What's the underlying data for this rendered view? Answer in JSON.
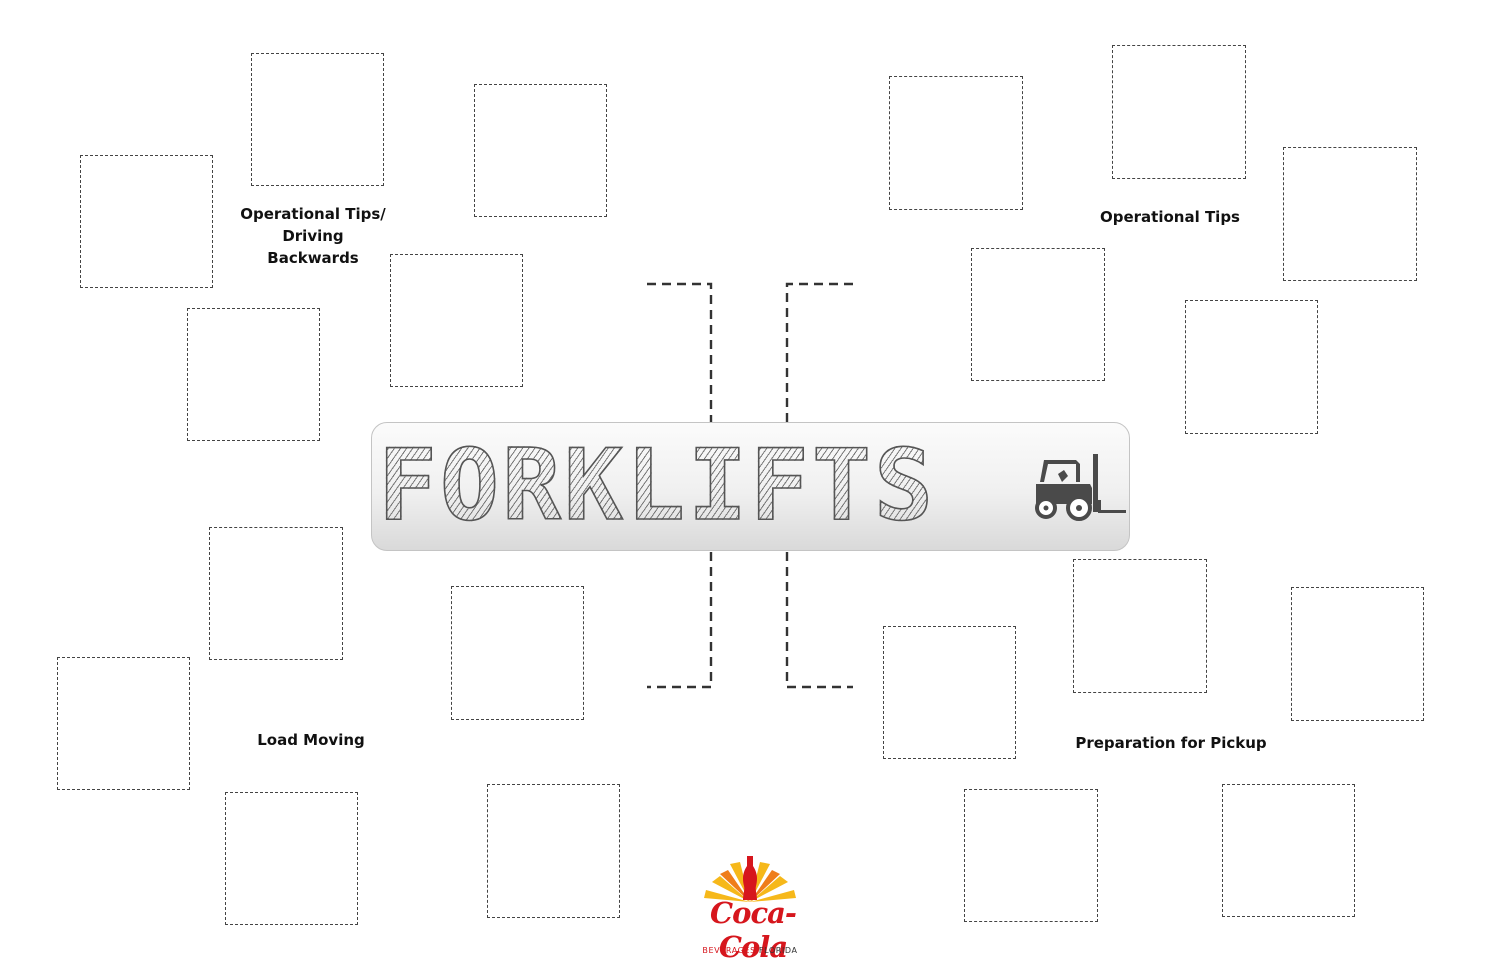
{
  "title": "FORKLIFTS",
  "sections": {
    "top_left": "Operational Tips/\nDriving\nBackwards",
    "top_right": "Operational Tips",
    "bottom_left": "Load Moving",
    "bottom_right": "Preparation for Pickup"
  },
  "logo": {
    "brand": "Coca-Cola",
    "subtitle_1": "BEVERAGES",
    "subtitle_2": "FLORIDA",
    "colors": {
      "red": "#d6161d",
      "yellow": "#f6b81a",
      "orange": "#ef7d1a"
    }
  },
  "icons": [
    "forklift-icon",
    "coca-cola-logo"
  ]
}
